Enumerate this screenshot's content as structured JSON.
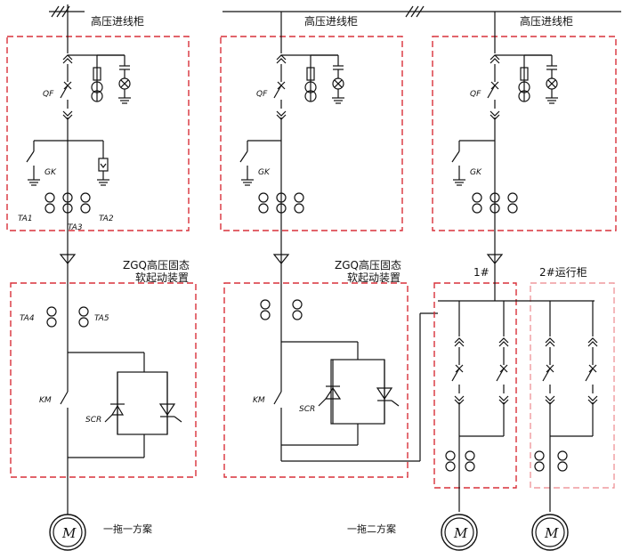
{
  "colors": {
    "line": "#111111",
    "panel_border": "#d8303a",
    "panel_border_light": "#ef9a9e"
  },
  "cabinets": {
    "c1_title": "高压进线柜",
    "c2_title": "高压进线柜",
    "c3_title": "高压进线柜"
  },
  "labels": {
    "qf": "QF",
    "gk": "GK",
    "ta1": "TA1",
    "ta2": "TA2",
    "ta3": "TA3",
    "ta4": "TA4",
    "ta5": "TA5",
    "km": "KM",
    "scr": "SCR",
    "motor": "M"
  },
  "softstarter": {
    "title_line1": "ZGQ高压固态",
    "title_line2": "软起动装置"
  },
  "run_cabinets": {
    "c1": "1#",
    "c2": "2#运行柜"
  },
  "schemes": {
    "one_to_one": "一拖一方案",
    "one_to_two": "一拖二方案"
  }
}
